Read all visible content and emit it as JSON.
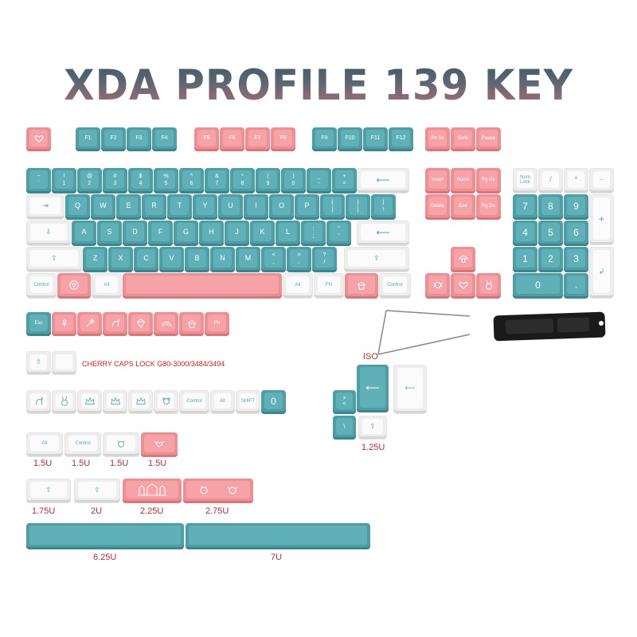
{
  "title": "XDA PROFILE 139 KEY",
  "colors": {
    "blue": "#5fb0b7",
    "pink": "#f6a3a7",
    "white": "#fbfbfb",
    "accent_red": "#c22b2b"
  },
  "fkeys": [
    "F1",
    "F2",
    "F3",
    "F4",
    "F5",
    "F6",
    "F7",
    "F8",
    "F9",
    "F10",
    "F11",
    "F12"
  ],
  "nav_top": [
    "Prt Sc",
    "Scrlk",
    "Pause"
  ],
  "num_row": [
    {
      "top": "~",
      "bot": "`"
    },
    {
      "top": "!",
      "bot": "1"
    },
    {
      "top": "@",
      "bot": "2"
    },
    {
      "top": "#",
      "bot": "3"
    },
    {
      "top": "$",
      "bot": "4"
    },
    {
      "top": "%",
      "bot": "5"
    },
    {
      "top": "^",
      "bot": "6"
    },
    {
      "top": "&",
      "bot": "7"
    },
    {
      "top": "*",
      "bot": "8"
    },
    {
      "top": "(",
      "bot": "9"
    },
    {
      "top": ")",
      "bot": "0"
    },
    {
      "top": "_",
      "bot": "-"
    },
    {
      "top": "+",
      "bot": "="
    }
  ],
  "q_row": [
    "Q",
    "W",
    "E",
    "R",
    "T",
    "Y",
    "U",
    "I",
    "O",
    "P",
    {
      "top": "{",
      "bot": "["
    },
    {
      "top": "}",
      "bot": "]"
    },
    {
      "top": "|",
      "bot": "\\"
    }
  ],
  "a_row": [
    "A",
    "S",
    "D",
    "F",
    "G",
    "H",
    "J",
    "K",
    "L",
    {
      "top": ":",
      "bot": ";"
    },
    {
      "top": "\"",
      "bot": "'"
    }
  ],
  "z_row": [
    "Z",
    "X",
    "C",
    "V",
    "B",
    "N",
    "M",
    {
      "top": "<",
      "bot": ","
    },
    {
      "top": ">",
      "bot": "."
    },
    {
      "top": "?",
      "bot": "/"
    }
  ],
  "nav_mid": [
    "Insert",
    "Home",
    "Pg Up",
    "Delete",
    "End",
    "Pg Dn"
  ],
  "numpad": {
    "numlock": "Num Lock",
    "slash": "/",
    "star": "*",
    "minus": "-",
    "plus": "+",
    "n7": "7",
    "n8": "8",
    "n9": "9",
    "n4": "4",
    "n5": "5",
    "n6": "6",
    "n1": "1",
    "n2": "2",
    "n3": "3",
    "n0": "0",
    "dot": "."
  },
  "bottom_row": {
    "ctrl_l": "Control",
    "alt_l": "Alt",
    "alt_r": "Alt",
    "fn": "FN",
    "ctrl_r": "Control"
  },
  "extra_row1": {
    "esc": "Esc",
    "fn": "FN"
  },
  "caps_note": "CHERRY CAPS LOCK G80-3000/3484/3494",
  "extra_row3": {
    "control": "Control",
    "alt": "Alt",
    "shift": "SHIFT",
    "zero": "0"
  },
  "iso_label": "ISO",
  "iso_size": "1.25U",
  "row_mods": {
    "alt": "Alt",
    "control": "Control"
  },
  "sizes_row1": [
    "1.5U",
    "1.5U",
    "1.5U",
    "1.5U"
  ],
  "sizes_row2": [
    "1.75U",
    "2U",
    "2.25U",
    "2.75U"
  ],
  "spaces": [
    "6.25U",
    "7U"
  ]
}
